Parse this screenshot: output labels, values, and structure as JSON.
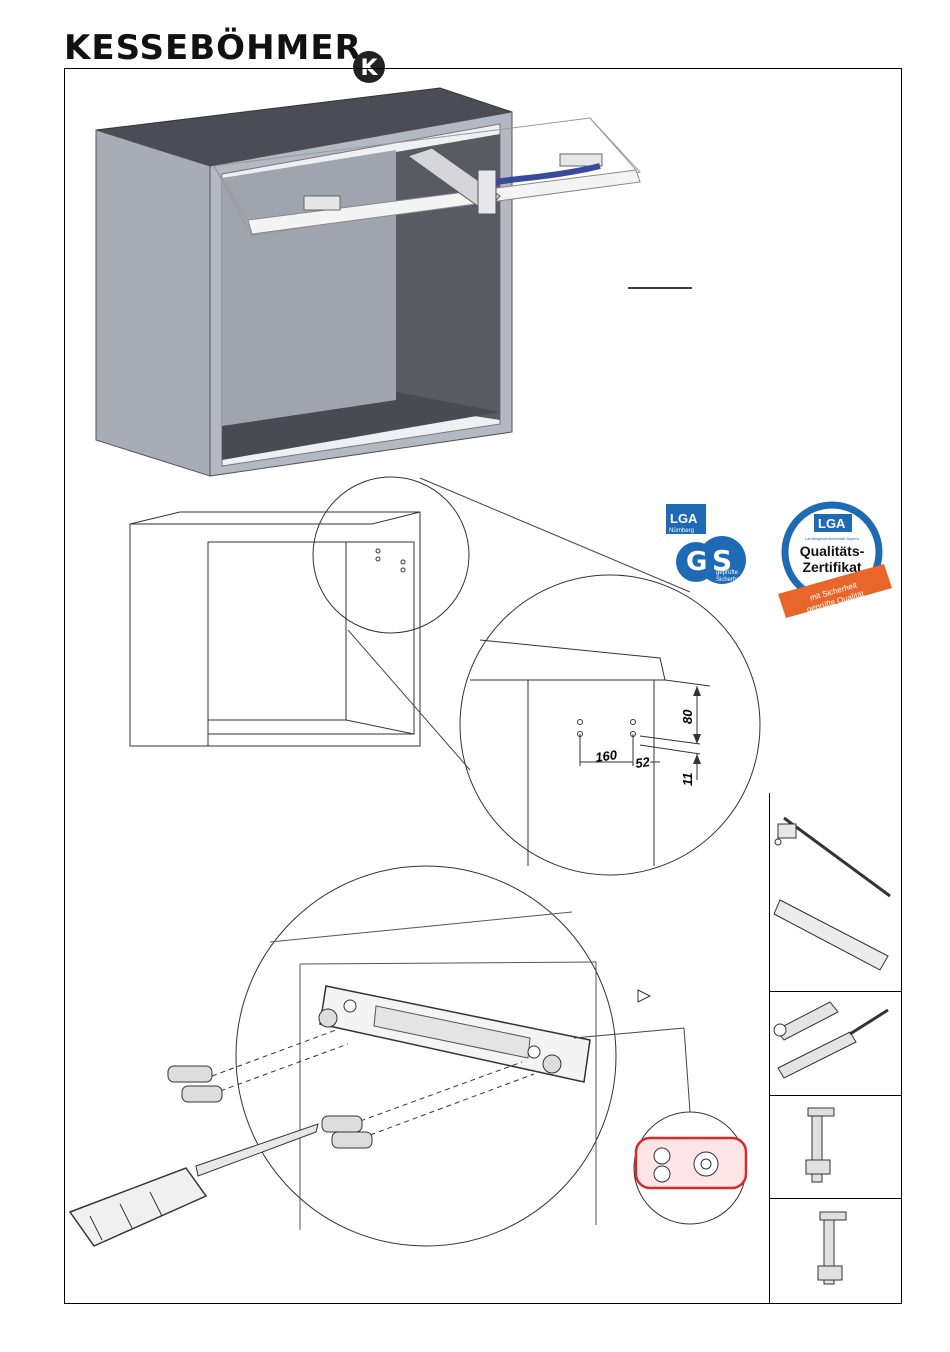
{
  "header": {
    "brand": "KESSEBÖHMER",
    "brand_mark": "K"
  },
  "dimensions": {
    "horizontal_a": "160",
    "horizontal_b": "52",
    "vertical_a": "80",
    "vertical_b": "11"
  },
  "certificates": {
    "gs": {
      "org": "LGA",
      "city": "Nürnberg",
      "label_line1": "geprüfte",
      "label_line2": "Sicherheit"
    },
    "quality": {
      "org": "LGA",
      "tagline": "Landesgewerbeanstalt Bayern",
      "title_line1": "Qualitäts-",
      "title_line2": "Zertifikat",
      "ribbon_line1": "mit Sicherheit",
      "ribbon_line2": "geprüfte Qualität"
    }
  },
  "colors": {
    "cabinet_side": "#a8acb6",
    "cabinet_top": "#4c4c56",
    "cabinet_inside": "#5a5a62",
    "lga_blue": "#1e6ab4",
    "ribbon_orange": "#e8662a",
    "detail_red": "#d42a2a"
  }
}
